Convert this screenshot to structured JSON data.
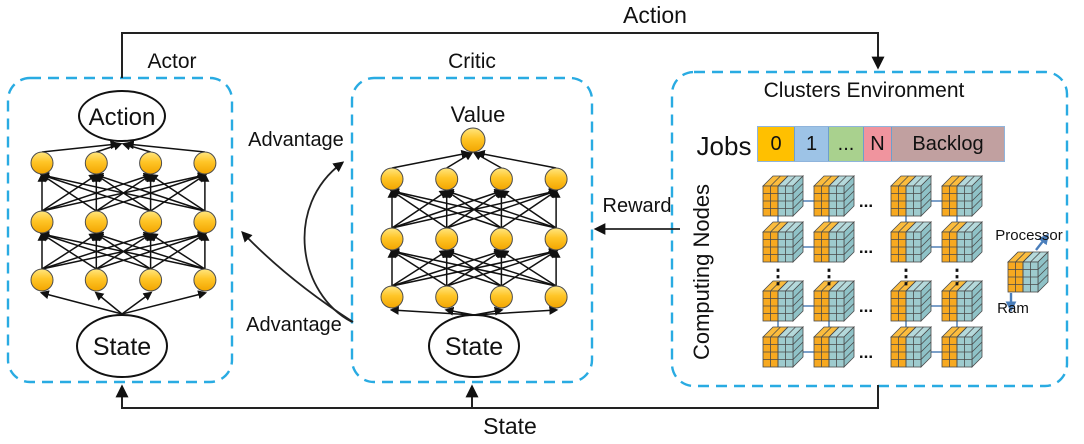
{
  "flows": {
    "action": "Action",
    "state": "State"
  },
  "actor": {
    "title": "Actor",
    "output_label": "Action",
    "input_label": "State",
    "layers": [
      4,
      4,
      4
    ]
  },
  "critic": {
    "title": "Critic",
    "output_label": "Value",
    "input_label": "State",
    "layers": [
      4,
      4,
      4
    ],
    "output_nodes": 1
  },
  "signals": {
    "advantage_upper": "Advantage",
    "advantage_lower": "Advantage",
    "reward": "Reward"
  },
  "environment": {
    "title": "Clusters Environment",
    "jobs_label": "Jobs",
    "job_slots": [
      {
        "label": "0",
        "color": "#FFC000",
        "width": 37
      },
      {
        "label": "1",
        "color": "#9DC3E6",
        "width": 34
      },
      {
        "label": "...",
        "color": "#A9D18E",
        "width": 35
      },
      {
        "label": "N",
        "color": "#F0949E",
        "width": 28
      },
      {
        "label": "Backlog",
        "color": "#C1A0A0",
        "width": 112
      }
    ],
    "computing_nodes_label": "Computing Nodes",
    "grid": {
      "rows": 4,
      "cols": 4,
      "h_ellipsis": "...",
      "v_ellipsis": "⋮"
    },
    "legend": {
      "processor": "Processor",
      "ram": "Ram"
    }
  },
  "colors": {
    "box_border": "#29ABE2",
    "node_fill": "#FFC527",
    "cube_processor": "#F7A920",
    "cube_ram": "#9ECBCE",
    "cube_link": "#6E96C3",
    "legend_arrow": "#4A7EBB"
  }
}
